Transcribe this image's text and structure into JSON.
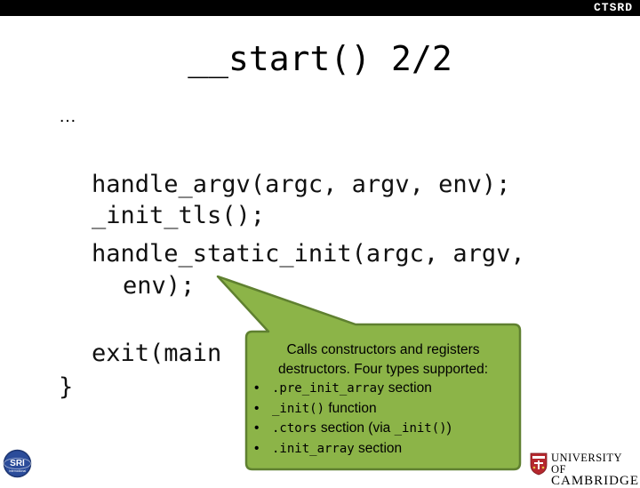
{
  "header": {
    "brand": "CTSRD"
  },
  "slide": {
    "title": "__start() 2/2",
    "ellipsis": "…",
    "code": {
      "line1": "handle_argv(argc, argv, env);",
      "line2": "_init_tls();",
      "line3": "handle_static_init(argc, argv,",
      "line4": "env);",
      "line5": "exit(main",
      "line5_end": ";",
      "brace": "}"
    },
    "callout": {
      "line1": "Calls constructors and registers",
      "line2": "destructors. Four types supported:",
      "items": [
        {
          "code": ".pre_init_array",
          "text": " section"
        },
        {
          "code": "_init()",
          "text": " function"
        },
        {
          "code": ".ctors",
          "text": " section (via ",
          "code2": "_init()",
          "text2": ")"
        },
        {
          "code": ".init_array",
          "text": " section"
        }
      ]
    }
  },
  "footer": {
    "sri_logo_text": "SRI",
    "sri_sub": "International",
    "cambridge_line1": "UNIVERSITY OF",
    "cambridge_line2": "CAMBRIDGE"
  },
  "colors": {
    "callout_fill": "#8cb448",
    "callout_stroke": "#5f8030",
    "topbar": "#000000",
    "sri_blue": "#2b4c9a"
  }
}
